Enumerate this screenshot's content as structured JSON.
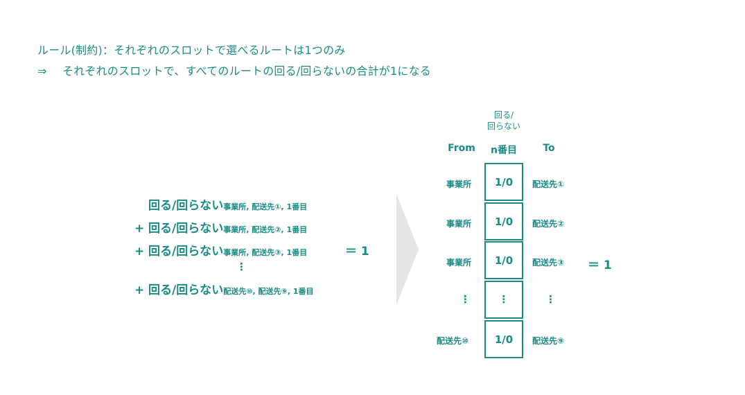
{
  "header": {
    "line1": "ルール(制約)：それぞれのスロットで選べるルートは1つのみ",
    "line2_mark": "⇒",
    "line2_text": "それぞれのスロットで、すべてのルートの回る/回らないの合計が1になる"
  },
  "equation": {
    "term": "回る/回らない",
    "plus": "+",
    "rows": [
      {
        "sub": "事業所, 配送先①, 1番目"
      },
      {
        "sub": "事業所, 配送先②, 1番目"
      },
      {
        "sub": "事業所, 配送先③, 1番目"
      },
      {
        "sub": "配送先⑩, 配送先⑨, 1番目"
      }
    ],
    "ellipsis": "⋮",
    "equals": "＝  1"
  },
  "grid": {
    "note_line1": "回る/",
    "note_line2": "回らない",
    "col_from": "From",
    "col_slot": "n番目",
    "col_to": "To",
    "rows": [
      {
        "from": "事業所",
        "value": "1/0",
        "to": "配送先①"
      },
      {
        "from": "事業所",
        "value": "1/0",
        "to": "配送先②"
      },
      {
        "from": "事業所",
        "value": "1/0",
        "to": "配送先③"
      },
      {
        "from": "⋮",
        "value": "⋮",
        "to": "⋮"
      },
      {
        "from": "配送先⑩",
        "value": "1/0",
        "to": "配送先⑨"
      }
    ],
    "equals": "＝  1"
  }
}
